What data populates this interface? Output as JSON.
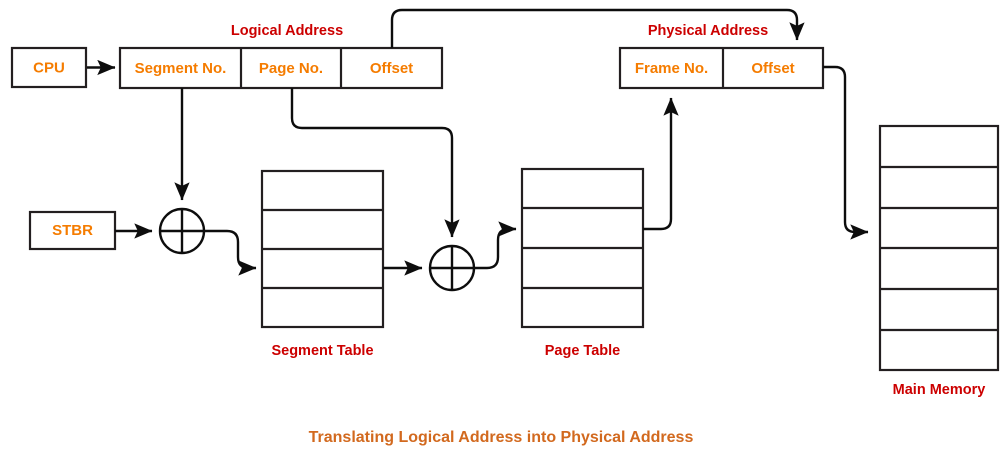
{
  "diagram": {
    "caption": "Translating Logical Address into Physical Address",
    "colors": {
      "field_label": "#f57c00",
      "group_label": "#cc0000",
      "caption": "#d2691e",
      "stroke": "#0d0d0d",
      "background": "#ffffff"
    },
    "groups": {
      "logical_address": "Logical Address",
      "physical_address": "Physical Address"
    },
    "blocks": {
      "cpu": "CPU",
      "stbr": "STBR"
    },
    "logical_fields": [
      {
        "label": "Segment No."
      },
      {
        "label": "Page No."
      },
      {
        "label": "Offset"
      }
    ],
    "physical_fields": [
      {
        "label": "Frame No."
      },
      {
        "label": "Offset"
      }
    ],
    "tables": [
      {
        "name": "segment-table",
        "label": "Segment Table",
        "rows": 4
      },
      {
        "name": "page-table",
        "label": "Page Table",
        "rows": 4
      },
      {
        "name": "main-memory",
        "label": "Main Memory",
        "rows": 6
      }
    ],
    "adders": [
      {
        "name": "segment-table-adder",
        "symbol": "+"
      },
      {
        "name": "page-table-adder",
        "symbol": "+"
      }
    ]
  }
}
